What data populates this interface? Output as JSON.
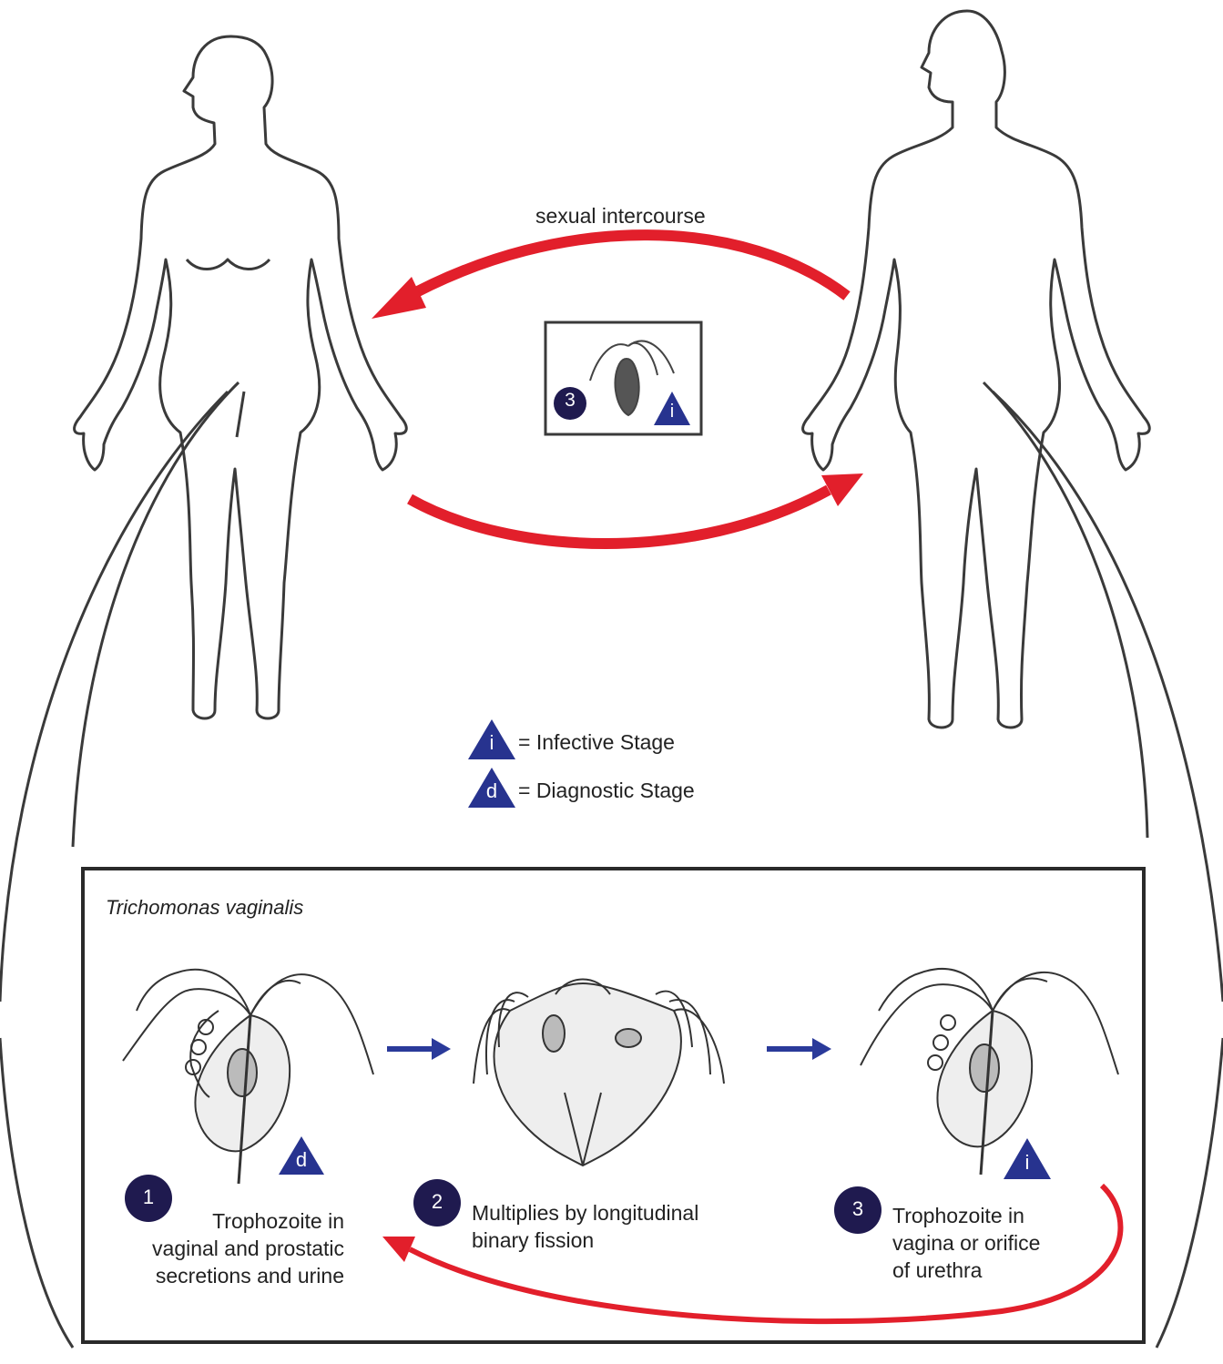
{
  "transmission_label": "sexual intercourse",
  "legend": {
    "infective": {
      "symbol": "i",
      "text": "= Infective Stage"
    },
    "diagnostic": {
      "symbol": "d",
      "text": "= Diagnostic Stage"
    }
  },
  "center_marker": {
    "number": "3",
    "stage_symbol": "i"
  },
  "box_title": "Trichomonas vaginalis",
  "stages": [
    {
      "number": "1",
      "lines": [
        "Trophozoite in",
        "vaginal and prostatic",
        "secretions and urine"
      ],
      "stage_symbol": "d"
    },
    {
      "number": "2",
      "lines": [
        "Multiplies by longitudinal",
        "binary fission"
      ]
    },
    {
      "number": "3",
      "lines": [
        "Trophozoite in",
        "vagina or orifice",
        "of urethra"
      ],
      "stage_symbol": "i"
    }
  ],
  "colors": {
    "arrow_red": "#e21f2b",
    "arrow_blue": "#2a3a9a",
    "badge_navy": "#1f1a4f",
    "triangle_blue": "#27338f",
    "outline": "#3a3a3a"
  }
}
